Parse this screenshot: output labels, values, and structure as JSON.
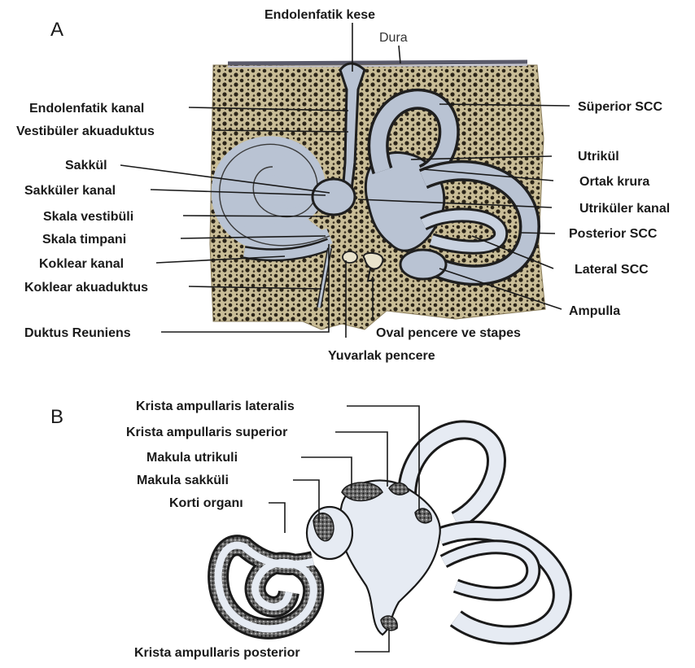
{
  "panels": {
    "a": "A",
    "b": "B"
  },
  "panel_a": {
    "labels": {
      "endolymphatic_sac": "Endolenfatik kese",
      "dura": "Dura",
      "endolymphatic_duct": "Endolenfatik kanal",
      "vestibular_aqueduct": "Vestibüler akuaduktus",
      "saccule": "Sakkül",
      "saccular_duct": "Sakküler kanal",
      "scala_vestibuli": "Skala vestibüli",
      "scala_tympani": "Skala timpani",
      "cochlear_duct": "Koklear kanal",
      "cochlear_aqueduct": "Koklear akuaduktus",
      "ductus_reuniens": "Duktus Reuniens",
      "superior_scc": "Süperior SCC",
      "utricle": "Utrikül",
      "common_crus": "Ortak krura",
      "utricular_duct": "Utriküler kanal",
      "posterior_scc": "Posterior SCC",
      "lateral_scc": "Lateral SCC",
      "ampulla": "Ampulla",
      "oval_window": "Oval pencere ve stapes",
      "round_window": "Yuvarlak pencere"
    }
  },
  "panel_b": {
    "labels": {
      "crista_lateralis": "Krista ampullaris lateralis",
      "crista_superior": "Krista ampullaris superior",
      "macula_utriculi": "Makula utrikuli",
      "macula_sacculi": "Makula sakküli",
      "organ_of_corti": "Korti organı",
      "crista_posterior": "Krista ampullaris posterior"
    }
  },
  "colors": {
    "bone": "#c9bd97",
    "canal": "#b9c3d3",
    "membrane": "#e6ebf3",
    "ink": "#1a1a1a"
  }
}
